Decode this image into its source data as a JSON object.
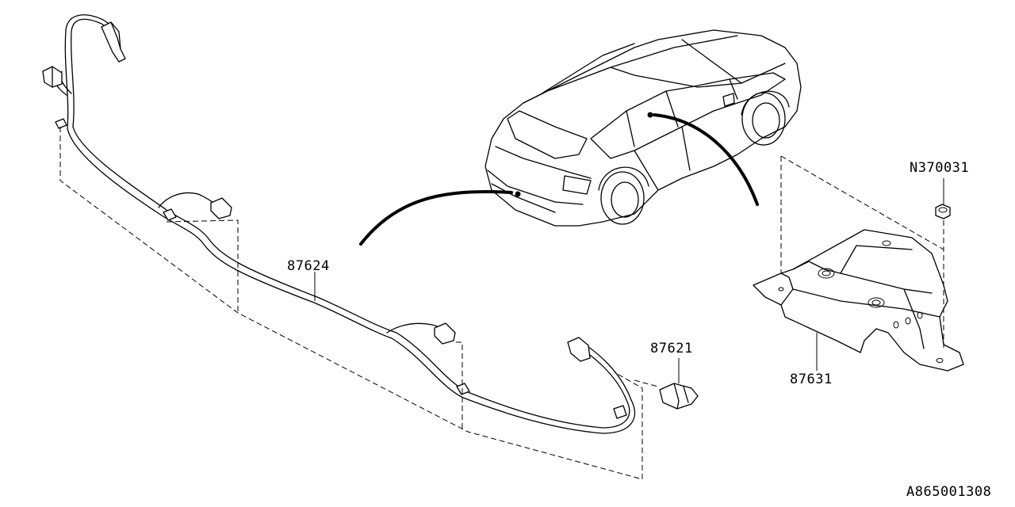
{
  "parts": {
    "harness": {
      "number": "87624"
    },
    "sensor": {
      "number": "87621"
    },
    "bracket": {
      "number": "87631"
    },
    "nut": {
      "number": "N370031"
    }
  },
  "figure_code": "A865001308"
}
